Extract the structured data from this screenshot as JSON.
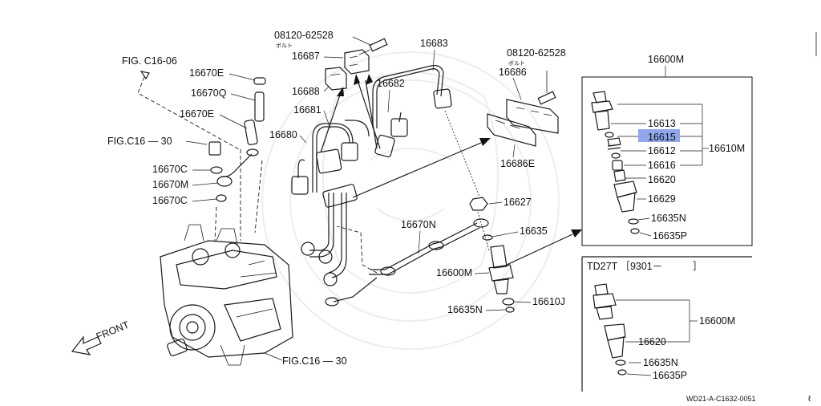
{
  "diagram": {
    "fig_c16_06": "FIG. C16-06",
    "fig_c16_30_left": "FIG.C16 — 30",
    "fig_c16_30_bottom": "FIG.C16 — 30",
    "front": "FRONT",
    "bolt_left_no": "08120-62528",
    "bolt_left_jp": "ボルト",
    "bolt_right_no": "08120-62528",
    "bolt_right_jp": "ボルト",
    "labels": {
      "p16670E_top": "16670E",
      "p16670Q": "16670Q",
      "p16670E_mid": "16670E",
      "p16670C_a": "16670C",
      "p16670M": "16670M",
      "p16670C_b": "16670C",
      "p16687": "16687",
      "p16688": "16688",
      "p16681": "16681",
      "p16680": "16680",
      "p16683": "16683",
      "p16682": "16682",
      "p16686": "16686",
      "p16686E": "16686E",
      "p16627": "16627",
      "p16670N": "16670N",
      "p16635": "16635",
      "p16600M_center": "16600M",
      "p16610J": "16610J",
      "p16635N_center": "16635N"
    },
    "inset_main": {
      "title": "16600M",
      "group": "16610M",
      "items": [
        "16613",
        "16615",
        "16612",
        "16616",
        "16620",
        "16629",
        "16635N",
        "16635P"
      ],
      "highlighted": "16615",
      "highlight_color": "#7f97e9"
    },
    "inset_td27t": {
      "title": "TD27T ［9301－　　　］",
      "items": [
        "16600M",
        "16620",
        "16635N",
        "16635P"
      ]
    },
    "ref_code": "WD21-A-C1632-0051",
    "corner_mark": "ℓ"
  }
}
